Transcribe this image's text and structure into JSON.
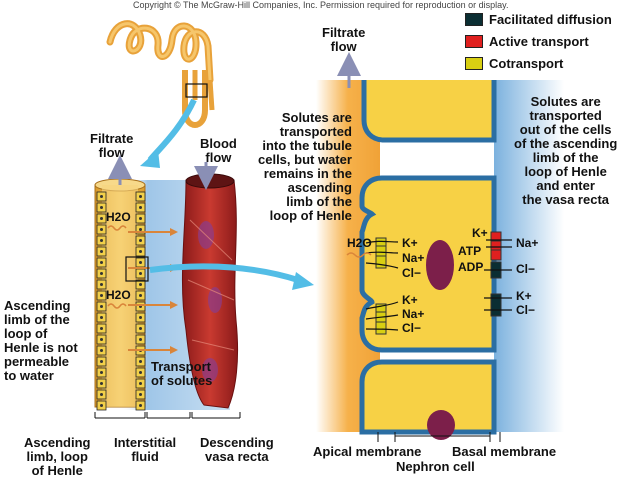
{
  "copyright": "Copyright © The McGraw-Hill Companies, Inc. Permission required for reproduction or display.",
  "legend": [
    {
      "label": "Facilitated diffusion",
      "color": "#0b2e33"
    },
    {
      "label": "Active transport",
      "color": "#e0201f"
    },
    {
      "label": "Cotransport",
      "color": "#d8cf12"
    }
  ],
  "left_panel": {
    "filtrate_flow": "Filtrate\nflow",
    "blood_flow": "Blood\nflow",
    "water_label_1": "H2O",
    "water_label_2": "H2O",
    "ascending_note": "Ascending\nlimb of the\nloop of\nHenle is not\npermeable\nto water",
    "transport_solutes": "Transport\nof solutes",
    "bottom_labels": {
      "ascending_limb": "Ascending\nlimb, loop\nof Henle",
      "interstitial": "Interstitial\nfluid",
      "descending": "Descending\nvasa recta"
    }
  },
  "right_panel": {
    "filtrate_flow": "Filtrate\nflow",
    "solutes_in": "Solutes are\ntransported\ninto the tubule\ncells, but water\nremains in the\nascending\nlimb of the\nloop of Henle",
    "solutes_out": "Solutes are\ntransported\nout of the cells\nof the ascending\nlimb of the\nloop of Henle\nand enter\nthe vasa recta",
    "apical_ions_1": {
      "water": "H2O",
      "k": "K+",
      "na": "Na+",
      "cl": "Cl−"
    },
    "apical_ions_2": {
      "k": "K+",
      "na": "Na+",
      "cl": "Cl−"
    },
    "basal_ions": {
      "k1": "K+",
      "na": "Na+",
      "atp": "ATP",
      "adp": "ADP",
      "cl1": "Cl−",
      "k2": "K+",
      "cl2": "Cl−"
    },
    "apical_membrane": "Apical membrane",
    "basal_membrane": "Basal membrane",
    "nephron_cell": "Nephron cell"
  }
}
